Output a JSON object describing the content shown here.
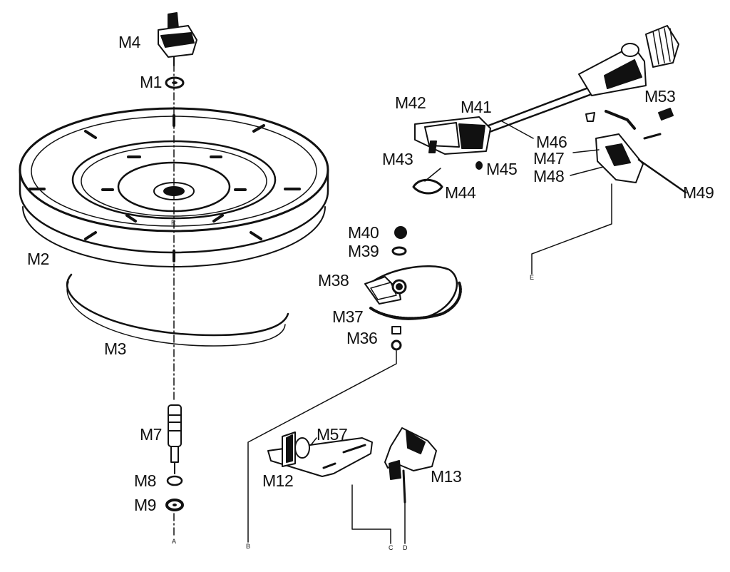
{
  "parts": {
    "M4": "M4",
    "M1": "M1",
    "M2": "M2",
    "M3": "M3",
    "M7": "M7",
    "M8": "M8",
    "M9": "M9",
    "M42": "M42",
    "M41": "M41",
    "M43": "M43",
    "M44": "M44",
    "M45": "M45",
    "M46": "M46",
    "M47": "M47",
    "M48": "M48",
    "M49": "M49",
    "M53": "M53",
    "M40": "M40",
    "M39": "M39",
    "M38": "M38",
    "M37": "M37",
    "M36": "M36",
    "M57": "M57",
    "M12": "M12",
    "M13": "M13"
  },
  "connectors": {
    "A": "A",
    "B": "B",
    "C": "C",
    "D": "D",
    "E": "E"
  },
  "platter_mark": "R"
}
